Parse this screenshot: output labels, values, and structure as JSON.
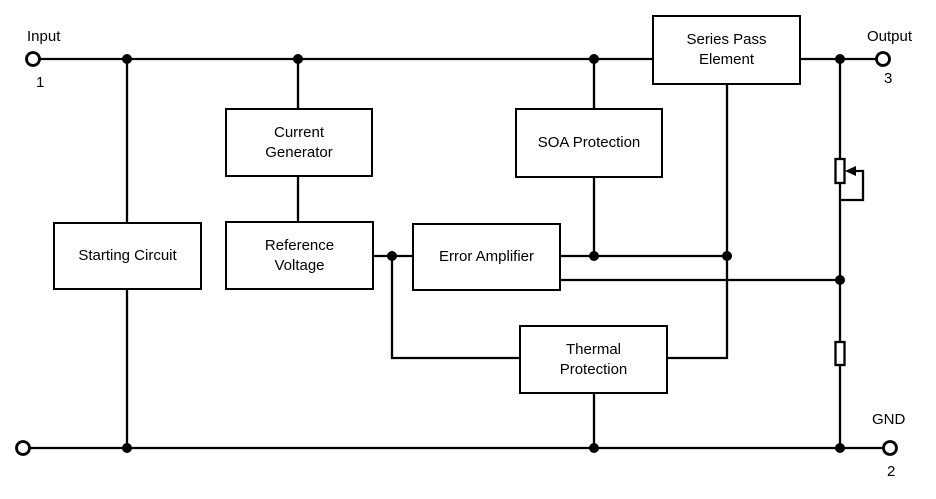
{
  "diagram": {
    "colors": {
      "background": "#ffffff",
      "line": "#000000",
      "text": "#000000"
    },
    "blocks": {
      "series_pass": {
        "line1": "Series Pass",
        "line2": "Element"
      },
      "current_generator": {
        "line1": "Current",
        "line2": "Generator"
      },
      "soa_protection": {
        "line1": "SOA Protection"
      },
      "starting_circuit": {
        "line1": "Starting Circuit"
      },
      "reference_voltage": {
        "line1": "Reference",
        "line2": "Voltage"
      },
      "error_amplifier": {
        "line1": "Error Amplifier"
      },
      "thermal_protection": {
        "line1": "Thermal",
        "line2": "Protection"
      }
    },
    "terminals": {
      "input": {
        "label": "Input",
        "pin": "1"
      },
      "output": {
        "label": "Output",
        "pin": "3"
      },
      "ground": {
        "label": "GND",
        "pin": "2"
      }
    },
    "components": {
      "upper_divider_element": "adjustable-resistor",
      "lower_divider_element": "resistor"
    }
  }
}
